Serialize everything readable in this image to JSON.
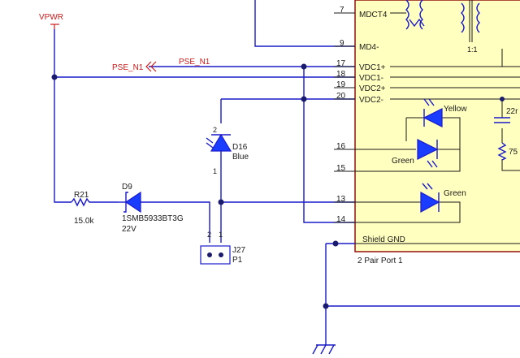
{
  "power_net": {
    "label": "VPWR"
  },
  "net_labels": {
    "pse_left": "PSE_N1",
    "pse_right": "PSE_N1"
  },
  "connector_block": {
    "pins": [
      {
        "number": "7",
        "name": "MDCT4"
      },
      {
        "number": "9",
        "name": "MD4-"
      },
      {
        "number": "17",
        "name": "VDC1+"
      },
      {
        "number": "18",
        "name": "VDC1-"
      },
      {
        "number": "19",
        "name": "VDC2+"
      },
      {
        "number": "20",
        "name": "VDC2-"
      },
      {
        "number": "16",
        "name": ""
      },
      {
        "number": "15",
        "name": ""
      },
      {
        "number": "13",
        "name": ""
      },
      {
        "number": "14",
        "name": ""
      }
    ],
    "shield_label": "Shield GND",
    "footer_label": "2 Pair Port 1",
    "transformer_ratio": "1:1",
    "cap_label": "22r",
    "res_label": "75",
    "led_labels": {
      "yellow": "Yellow",
      "green_top": "Green",
      "green_bottom": "Green"
    }
  },
  "components": {
    "r21": {
      "ref": "R21",
      "value": "15.0k"
    },
    "d9": {
      "ref": "D9",
      "part": "1SMB5933BT3G",
      "value": "22V"
    },
    "d16": {
      "ref": "D16",
      "value": "Blue",
      "pin_top": "2",
      "pin_bottom": "1"
    },
    "j27": {
      "ref": "J27",
      "value": "P1",
      "pin_left": "2",
      "pin_right": "1"
    }
  },
  "colors": {
    "wire": "#1a1acc",
    "block_fill": "#ffffc0",
    "net_red": "#cc1a1a"
  }
}
